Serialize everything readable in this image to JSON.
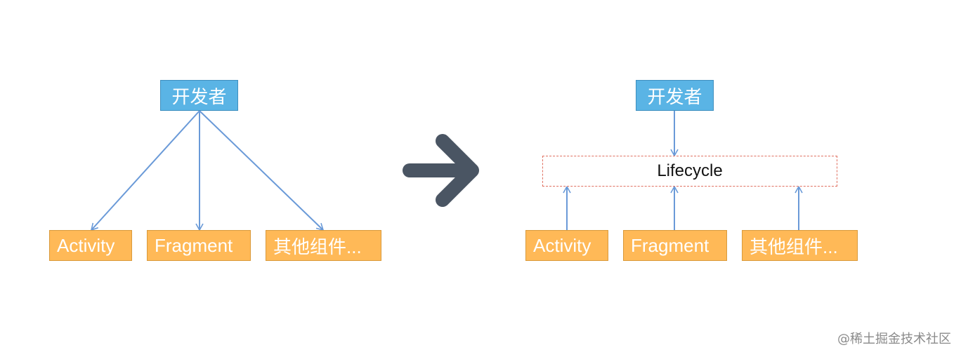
{
  "left_diagram": {
    "developer_label": "开发者",
    "components": [
      "Activity",
      "Fragment",
      "其他组件..."
    ]
  },
  "right_diagram": {
    "developer_label": "开发者",
    "lifecycle_label": "Lifecycle",
    "components": [
      "Activity",
      "Fragment",
      "其他组件..."
    ]
  },
  "watermark": "@稀土掘金技术社区",
  "colors": {
    "developer_box": "#5ab4e5",
    "component_box": "#ffb957",
    "connector": "#6a9ad8",
    "transition_arrow": "#4a5563",
    "lifecycle_border": "#e07060"
  },
  "icons": [
    "transition-arrow-icon"
  ]
}
